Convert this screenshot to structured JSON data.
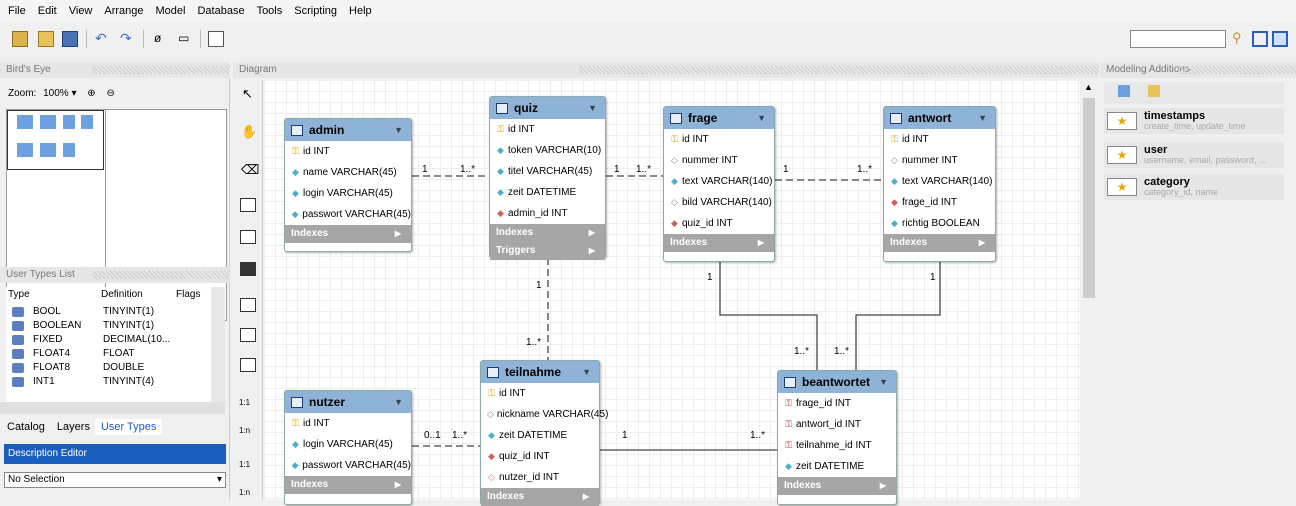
{
  "menu": [
    "File",
    "Edit",
    "View",
    "Arrange",
    "Model",
    "Database",
    "Tools",
    "Scripting",
    "Help"
  ],
  "panels": {
    "birds_eye": "Bird's Eye",
    "diagram": "Diagram",
    "modeling_additions": "Modeling Additions",
    "user_types_list": "User Types List",
    "description_editor": "Description Editor"
  },
  "zoom": {
    "label": "Zoom:",
    "value": "100%"
  },
  "user_types": {
    "headers": [
      "Type",
      "Definition",
      "Flags"
    ],
    "rows": [
      {
        "type": "BOOL",
        "def": "TINYINT(1)"
      },
      {
        "type": "BOOLEAN",
        "def": "TINYINT(1)"
      },
      {
        "type": "FIXED",
        "def": "DECIMAL(10..."
      },
      {
        "type": "FLOAT4",
        "def": "FLOAT"
      },
      {
        "type": "FLOAT8",
        "def": "DOUBLE"
      },
      {
        "type": "INT1",
        "def": "TINYINT(4)"
      }
    ]
  },
  "bottom_tabs": [
    "Catalog",
    "Layers",
    "User Types"
  ],
  "selection": "No Selection",
  "additions": [
    {
      "name": "timestamps",
      "desc": "create_time, update_time"
    },
    {
      "name": "user",
      "desc": "username, email, password, ..."
    },
    {
      "name": "category",
      "desc": "category_id, name"
    }
  ],
  "tables": {
    "admin": {
      "name": "admin",
      "cols": [
        "id INT",
        "name VARCHAR(45)",
        "login VARCHAR(45)",
        "passwort VARCHAR(45)"
      ],
      "footer": "Indexes"
    },
    "quiz": {
      "name": "quiz",
      "cols": [
        "id INT",
        "token VARCHAR(10)",
        "titel VARCHAR(45)",
        "zeit DATETIME",
        "admin_id INT"
      ],
      "footer": "Indexes",
      "footer2": "Triggers"
    },
    "frage": {
      "name": "frage",
      "cols": [
        "id INT",
        "nummer INT",
        "text VARCHAR(140)",
        "bild VARCHAR(140)",
        "quiz_id INT"
      ],
      "footer": "Indexes"
    },
    "antwort": {
      "name": "antwort",
      "cols": [
        "id INT",
        "nummer INT",
        "text VARCHAR(140)",
        "frage_id INT",
        "richtig BOOLEAN"
      ],
      "footer": "Indexes"
    },
    "nutzer": {
      "name": "nutzer",
      "cols": [
        "id INT",
        "login VARCHAR(45)",
        "passwort VARCHAR(45)"
      ],
      "footer": "Indexes"
    },
    "teilnahme": {
      "name": "teilnahme",
      "cols": [
        "id INT",
        "nickname VARCHAR(45)",
        "zeit DATETIME",
        "quiz_id INT",
        "nutzer_id INT"
      ],
      "footer": "Indexes"
    },
    "beantwortet": {
      "name": "beantwortet",
      "cols": [
        "frage_id INT",
        "antwort_id INT",
        "teilnahme_id INT",
        "zeit DATETIME"
      ],
      "footer": "Indexes"
    }
  },
  "cardinalities": {
    "one": "1",
    "many": "1..*",
    "zero_one": "0..1"
  }
}
